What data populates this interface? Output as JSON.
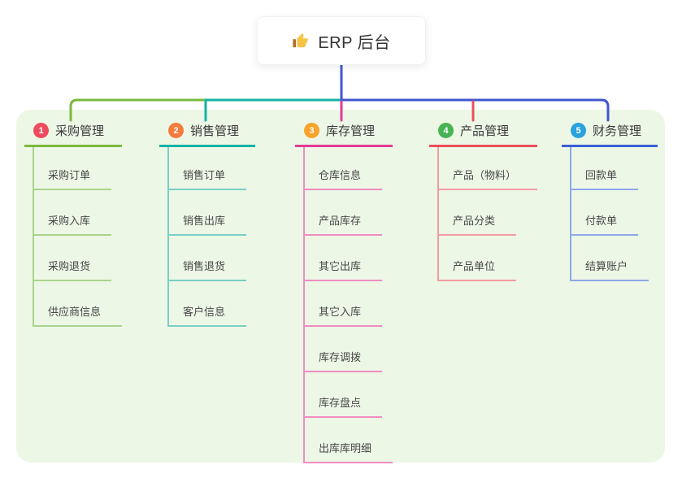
{
  "root": {
    "label": "ERP 后台",
    "icon": "thumbs-up-icon"
  },
  "panel_color": "#edf7e6",
  "trunk_color": "#4156d0",
  "branches": [
    {
      "num": "1",
      "title": "采购管理",
      "badge_color": "#ee4b5e",
      "line_color": "#7cb93f",
      "child_line_color": "#a9d48d",
      "children": [
        "采购订单",
        "采购入库",
        "采购退货",
        "供应商信息"
      ]
    },
    {
      "num": "2",
      "title": "销售管理",
      "badge_color": "#f57b3d",
      "line_color": "#13b3a5",
      "child_line_color": "#79d0c7",
      "children": [
        "销售订单",
        "销售出库",
        "销售退货",
        "客户信息"
      ]
    },
    {
      "num": "3",
      "title": "库存管理",
      "badge_color": "#f8a42c",
      "line_color": "#e23c95",
      "child_line_color": "#f08cc2",
      "children": [
        "仓库信息",
        "产品库存",
        "其它出库",
        "其它入库",
        "库存调拨",
        "库存盘点",
        "出库库明细"
      ]
    },
    {
      "num": "4",
      "title": "产品管理",
      "badge_color": "#48b353",
      "line_color": "#ea4f5b",
      "child_line_color": "#f49aa1",
      "children": [
        "产品（物料）",
        "产品分类",
        "产品单位"
      ]
    },
    {
      "num": "5",
      "title": "财务管理",
      "badge_color": "#2aa2de",
      "line_color": "#3e5ed8",
      "child_line_color": "#8fa8e8",
      "children": [
        "回款单",
        "付款单",
        "结算账户"
      ]
    }
  ]
}
